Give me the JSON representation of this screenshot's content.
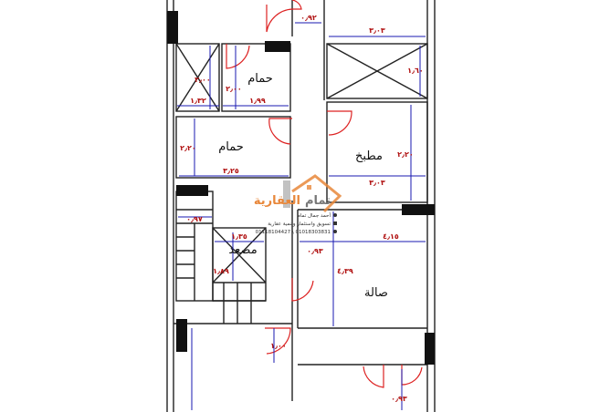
{
  "rooms": {
    "bath1": "حمام",
    "bath2": "حمام",
    "kitchen": "مطبخ",
    "elevator": "مصعد",
    "hall": "صالة"
  },
  "dimensions": {
    "top_corridor": "٠٫٩٢",
    "top_right_width": "٣٫٠٣",
    "right_shaft_height": "١٫٦٠",
    "left_shaft_height": "٢٫٠٠",
    "bath1_height": "٢٫٠٠",
    "left_shaft_width": "١٫٣٢",
    "bath1_width": "١٫٩٩",
    "bath2_height": "٢٫٢٠",
    "bath2_width": "٣٫٢٥",
    "kitchen_height": "٢٫٢٠",
    "kitchen_width": "٣٫٠٣",
    "stair_landing": "٠٫٩٧",
    "elevator_width": "١٫٣٥",
    "elevator_height": "١٫٨٩",
    "hall_width": "٤٫١٥",
    "hall_height": "٤٫٣٩",
    "corridor_width": "٠٫٩٣",
    "door_width": "١٫٠٠",
    "bottom_right": "٠٫٩٣"
  },
  "watermark": {
    "brand_primary": "تمام",
    "brand_secondary": "العقارية",
    "name": "أحمد جمال تمام",
    "tagline": "تسويق واستثمار وتنمية عقارية",
    "phones": "01118104427 \\ 01018303831",
    "colors": {
      "orange": "#e8873a",
      "gray": "#8a8a8a"
    }
  }
}
